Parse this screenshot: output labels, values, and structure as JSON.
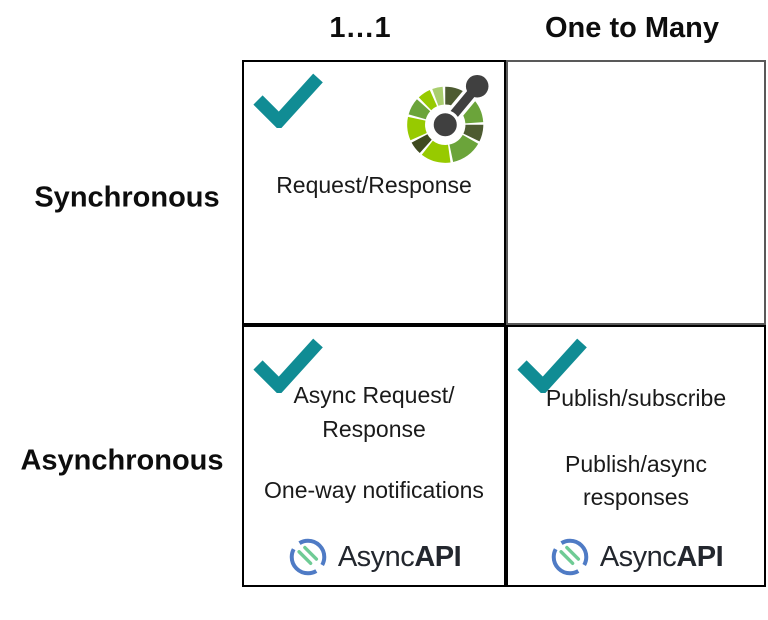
{
  "headers": {
    "col1": "1…1",
    "col2": "One to Many",
    "row1": "Synchronous",
    "row2": "Asynchronous"
  },
  "cells": {
    "sync_one_to_one": {
      "checked": true,
      "logo": "openapi-logo",
      "line1": "Request/Response"
    },
    "sync_one_to_many": {
      "checked": false
    },
    "async_one_to_one": {
      "checked": true,
      "line1": "Async Request/",
      "line2": "Response",
      "line3": "One-way notifications",
      "logo": "asyncapi-logo",
      "logo_text": {
        "regular": "Async",
        "bold": "API"
      }
    },
    "async_one_to_many": {
      "checked": true,
      "line1": "Publish/subscribe",
      "line2": "Publish/async",
      "line3": "responses",
      "logo": "asyncapi-logo",
      "logo_text": {
        "regular": "Async",
        "bold": "API"
      }
    }
  },
  "icons": {
    "check": "check-icon",
    "openapi": "openapi-logo",
    "asyncapi": "asyncapi-logo"
  },
  "colors": {
    "check_teal": "#108C94",
    "grid_line": "#000000",
    "empty_cell_border": "#595959",
    "text": "#1A1A1A",
    "openapi_lime": "#97CA00",
    "openapi_green": "#6BA43A",
    "openapi_dark_olive": "#4D5B31",
    "openapi_darker": "#3E4A1F",
    "openapi_light_green": "#A9CE6E",
    "openapi_gray": "#404040",
    "asyncapi_blue": "#4F7BC5",
    "asyncapi_mint": "#6FCB95",
    "asyncapi_text": "#23272E"
  }
}
